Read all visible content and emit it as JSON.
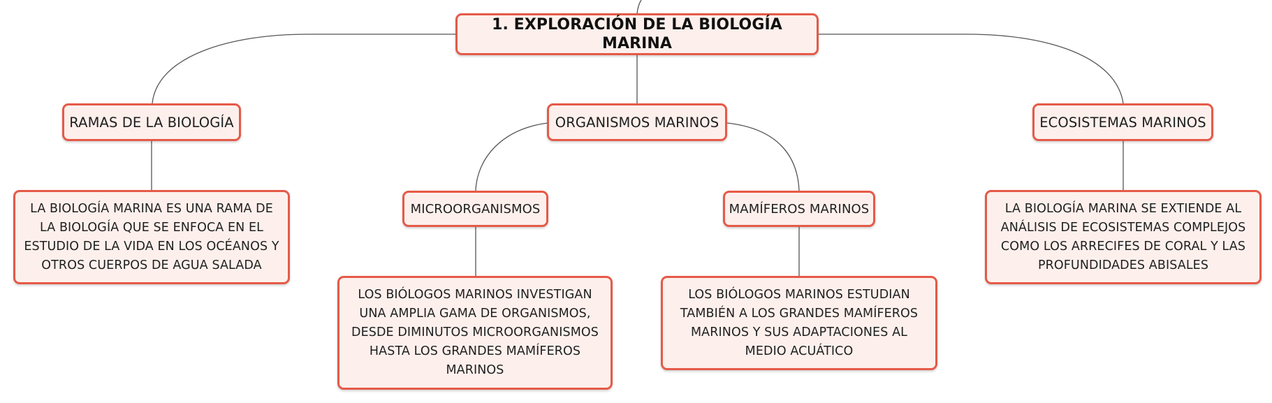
{
  "diagram": {
    "root": "1. EXPLORACIÓN DE LA BIOLOGÍA MARINA",
    "branches": {
      "ramas": {
        "label": "RAMAS DE LA BIOLOGÍA",
        "detail": "LA BIOLOGÍA MARINA ES UNA RAMA DE LA BIOLOGÍA QUE SE ENFOCA EN EL ESTUDIO DE LA VIDA EN LOS OCÉANOS Y OTROS CUERPOS DE AGUA SALADA"
      },
      "organismos": {
        "label": "ORGANISMOS MARINOS",
        "children": {
          "microorganismos": {
            "label": "MICROORGANISMOS",
            "detail": "LOS BIÓLOGOS MARINOS INVESTIGAN UNA AMPLIA GAMA DE ORGANISMOS, DESDE DIMINUTOS MICROORGANISMOS HASTA LOS GRANDES MAMÍFEROS MARINOS"
          },
          "mamiferos": {
            "label": "MAMÍFEROS MARINOS",
            "detail": "LOS BIÓLOGOS MARINOS ESTUDIAN TAMBIÉN A LOS GRANDES MAMÍFEROS MARINOS Y SUS ADAPTACIONES AL MEDIO ACUÁTICO"
          }
        }
      },
      "ecosistemas": {
        "label": "ECOSISTEMAS MARINOS",
        "detail": "LA BIOLOGÍA MARINA SE EXTIENDE AL ANÁLISIS DE ECOSISTEMAS COMPLEJOS COMO LOS ARRECIFES DE CORAL Y LAS PROFUNDIDADES ABISALES"
      }
    }
  },
  "colors": {
    "node_border": "#e55a48",
    "node_fill": "#fdf0ec",
    "connector": "#555555",
    "text": "#1f1f1f"
  }
}
